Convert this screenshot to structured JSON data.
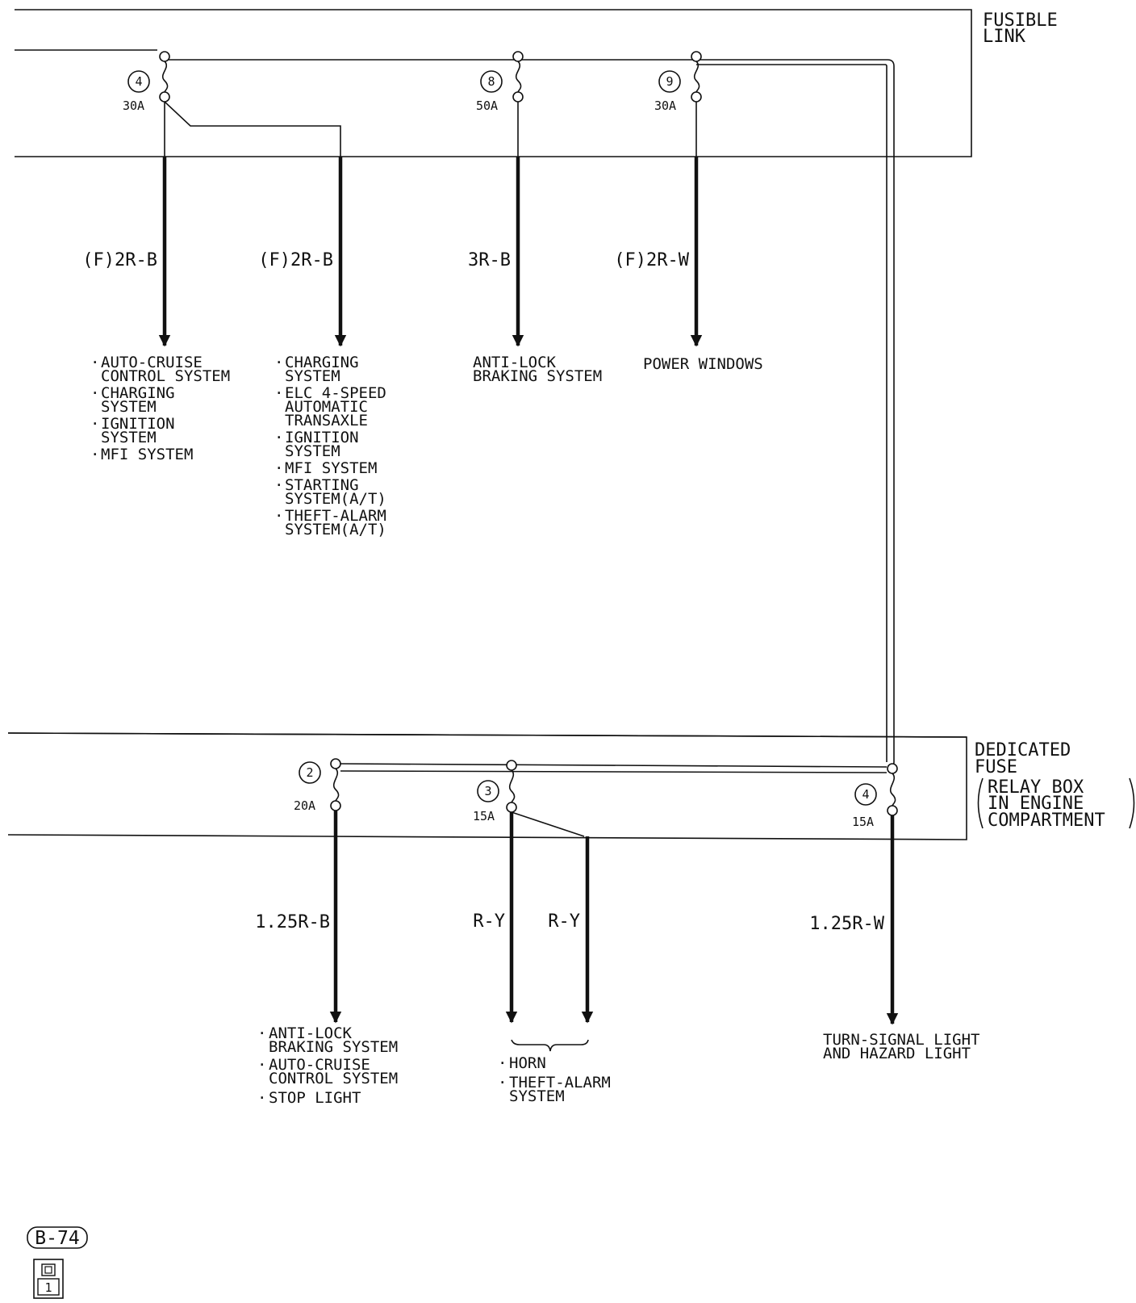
{
  "fusible_link": {
    "title_line1": "FUSIBLE",
    "title_line2": "LINK",
    "fuses": [
      {
        "number": "4",
        "rating": "30A"
      },
      {
        "number": "8",
        "rating": "50A"
      },
      {
        "number": "9",
        "rating": "30A"
      }
    ]
  },
  "upper_wires": [
    {
      "label": "(F)2R-B",
      "loads": [
        [
          "AUTO-CRUISE",
          "CONTROL SYSTEM"
        ],
        [
          "CHARGING",
          "SYSTEM"
        ],
        [
          "IGNITION",
          "SYSTEM"
        ],
        [
          "MFI SYSTEM"
        ]
      ]
    },
    {
      "label": "(F)2R-B",
      "loads": [
        [
          "CHARGING",
          "SYSTEM"
        ],
        [
          "ELC 4-SPEED",
          "AUTOMATIC",
          "TRANSAXLE"
        ],
        [
          "IGNITION",
          "SYSTEM"
        ],
        [
          "MFI SYSTEM"
        ],
        [
          "STARTING",
          "SYSTEM(A/T)"
        ],
        [
          "THEFT-ALARM",
          "SYSTEM(A/T)"
        ]
      ]
    },
    {
      "label": "3R-B",
      "loads": [
        [
          "ANTI-LOCK",
          "BRAKING SYSTEM"
        ]
      ]
    },
    {
      "label": "(F)2R-W",
      "loads": [
        [
          "POWER WINDOWS"
        ]
      ]
    }
  ],
  "dedicated_fuse": {
    "title_line1": "DEDICATED",
    "title_line2": "FUSE",
    "sub_line1": "RELAY BOX",
    "sub_line2": "IN ENGINE",
    "sub_line3": "COMPARTMENT",
    "fuses": [
      {
        "number": "2",
        "rating": "20A"
      },
      {
        "number": "3",
        "rating": "15A"
      },
      {
        "number": "4",
        "rating": "15A"
      }
    ]
  },
  "lower_wires": [
    {
      "label": "1.25R-B",
      "loads": [
        [
          "ANTI-LOCK",
          "BRAKING SYSTEM"
        ],
        [
          "AUTO-CRUISE",
          "CONTROL SYSTEM"
        ],
        [
          "STOP LIGHT"
        ]
      ]
    },
    {
      "label": "R-Y"
    },
    {
      "label": "R-Y"
    },
    {
      "label": "1.25R-W",
      "loads": [
        [
          "TURN-SIGNAL LIGHT",
          "AND HAZARD LIGHT"
        ]
      ]
    }
  ],
  "shared_loads": [
    [
      "HORN"
    ],
    [
      "THEFT-ALARM",
      "SYSTEM"
    ]
  ],
  "connector": {
    "code": "B-74",
    "pin": "1"
  }
}
